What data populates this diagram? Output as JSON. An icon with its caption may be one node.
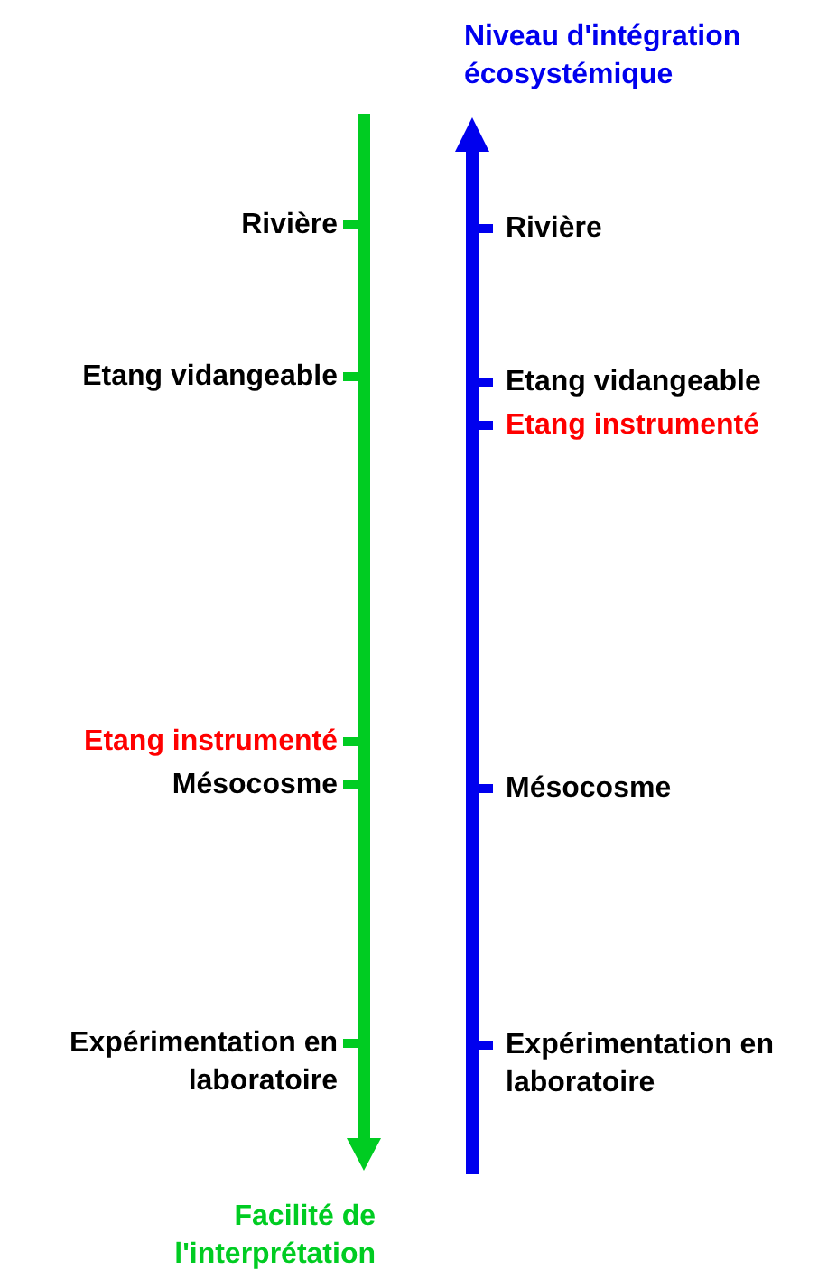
{
  "diagram": {
    "labels": [
      "Niveau d'intégration écosystémique",
      "Rivière",
      "Rivière",
      "Etang vidangeable",
      "Etang vidangeable",
      "Etang instrumenté",
      "Etang instrumenté",
      "Mésocosme",
      "Mésocosme",
      "Expérimentation en laboratoire",
      "Expérimentation en laboratoire",
      "Facilité de l'interprétation"
    ]
  }
}
